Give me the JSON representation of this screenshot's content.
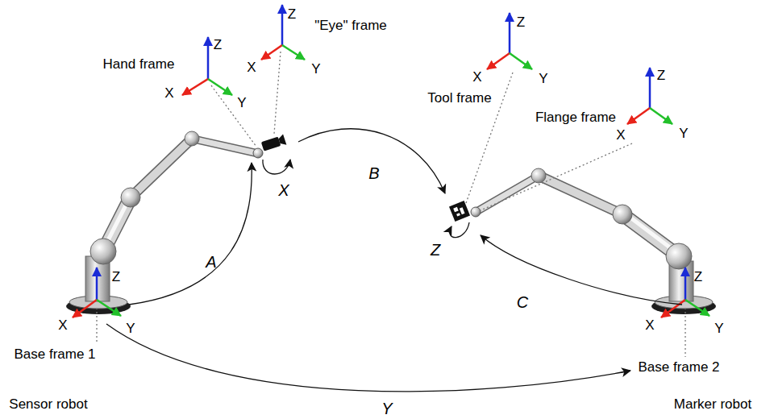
{
  "diagram": {
    "labels": [
      "Hand frame",
      "\"Eye\" frame",
      "Tool frame",
      "Flange frame",
      "Base frame 1",
      "Base frame 2",
      "Sensor robot",
      "Marker robot",
      "A",
      "B",
      "C",
      "X",
      "Y",
      "Z",
      "Z",
      "X",
      "Y",
      "Z",
      "X",
      "Y",
      "Z",
      "X",
      "Y",
      "Z",
      "X",
      "Y",
      "Z",
      "X",
      "Y",
      "Z",
      "X",
      "Y"
    ]
  }
}
